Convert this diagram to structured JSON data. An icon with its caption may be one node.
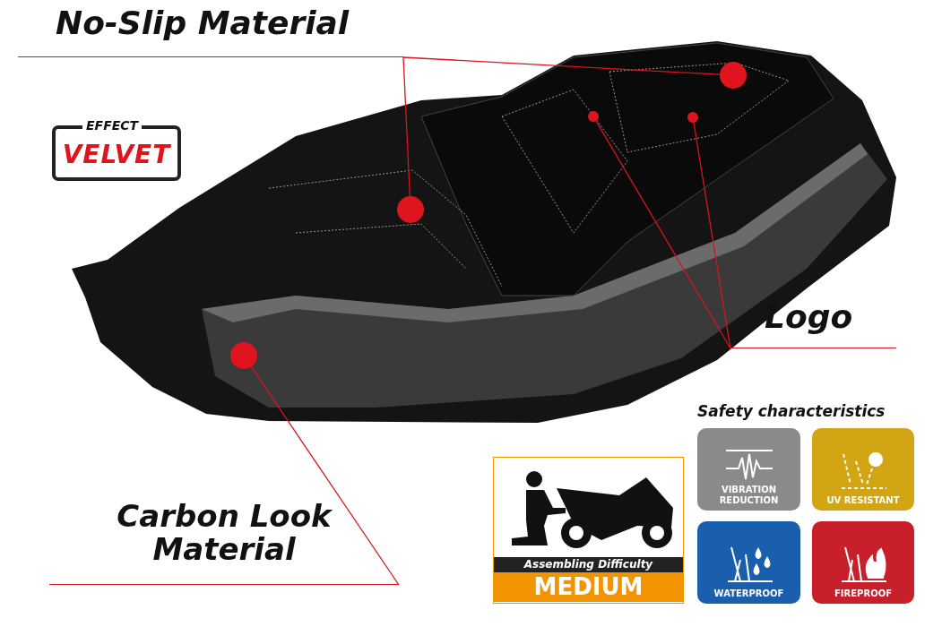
{
  "diagram": {
    "nodes": [
      {
        "text": [
          "No-Slip Material"
        ]
      },
      {
        "text": [],
        "shape": "circle"
      },
      {
        "text": [],
        "shape": "circle"
      },
      {
        "text": [
          "Logo"
        ]
      },
      {
        "text": [],
        "shape": "circle"
      },
      {
        "text": [],
        "shape": "circle"
      },
      {
        "text": [
          "Carbon Look Material"
        ]
      },
      {
        "text": [],
        "shape": "circle"
      },
      {
        "text": [
          "EFFECT",
          "VELVET"
        ]
      },
      {
        "text": [
          "Assembling Difficulty",
          "MEDIUM"
        ]
      },
      {
        "text": [
          "VIBRATION REDUCTION"
        ]
      },
      {
        "text": [
          "UV RESISTANT"
        ]
      },
      {
        "text": [
          "WATERPROOF"
        ]
      },
      {
        "text": [
          "FIREPROOF"
        ]
      }
    ],
    "edges": [
      {
        "from": 0,
        "to": 1,
        "arrow": "none"
      },
      {
        "from": 0,
        "to": 2,
        "arrow": "none"
      },
      {
        "from": 3,
        "to": 4,
        "arrow": "none"
      },
      {
        "from": 3,
        "to": 5,
        "arrow": "none"
      },
      {
        "from": 6,
        "to": 7,
        "arrow": "none"
      }
    ],
    "labels": [
      "Safety characteristics"
    ]
  }
}
